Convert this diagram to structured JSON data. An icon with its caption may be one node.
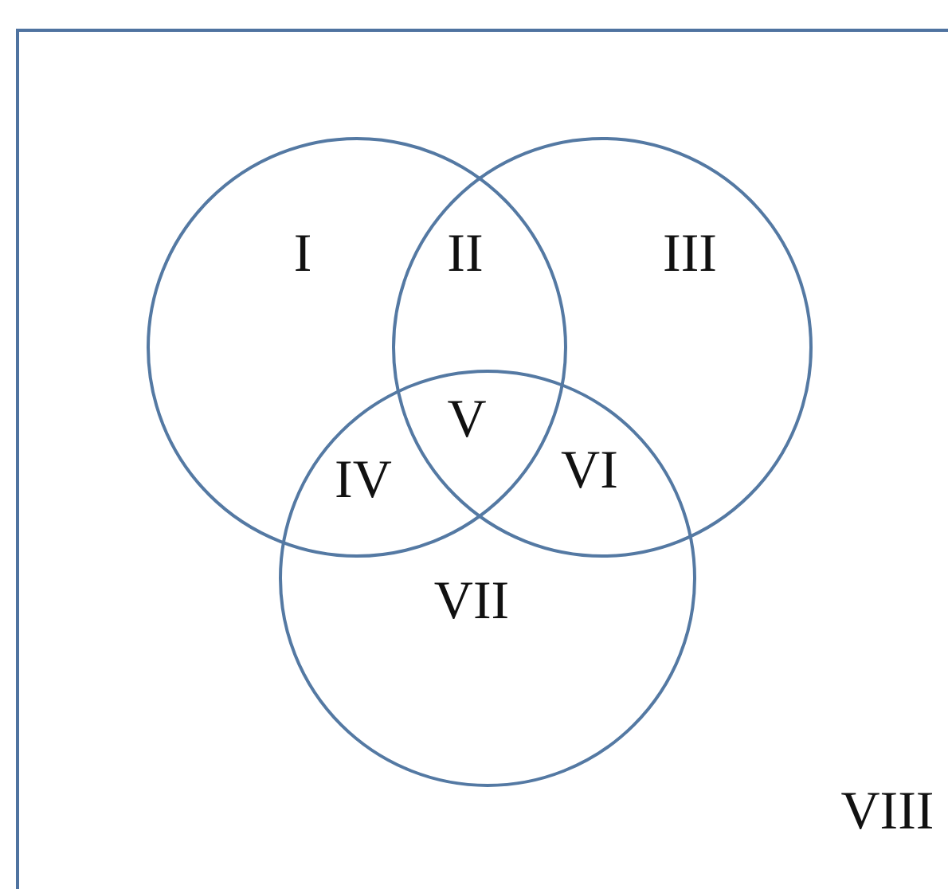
{
  "diagram": {
    "nodes": [
      {
        "text": [
          "VIII"
        ]
      },
      {
        "text": [],
        "shape": "circle",
        "in": 0
      },
      {
        "text": [],
        "shape": "circle",
        "in": 0
      },
      {
        "text": [],
        "shape": "circle",
        "in": 0
      }
    ],
    "labels": [
      "I",
      "II",
      "III",
      "V",
      "IV",
      "VI",
      "VII"
    ]
  }
}
